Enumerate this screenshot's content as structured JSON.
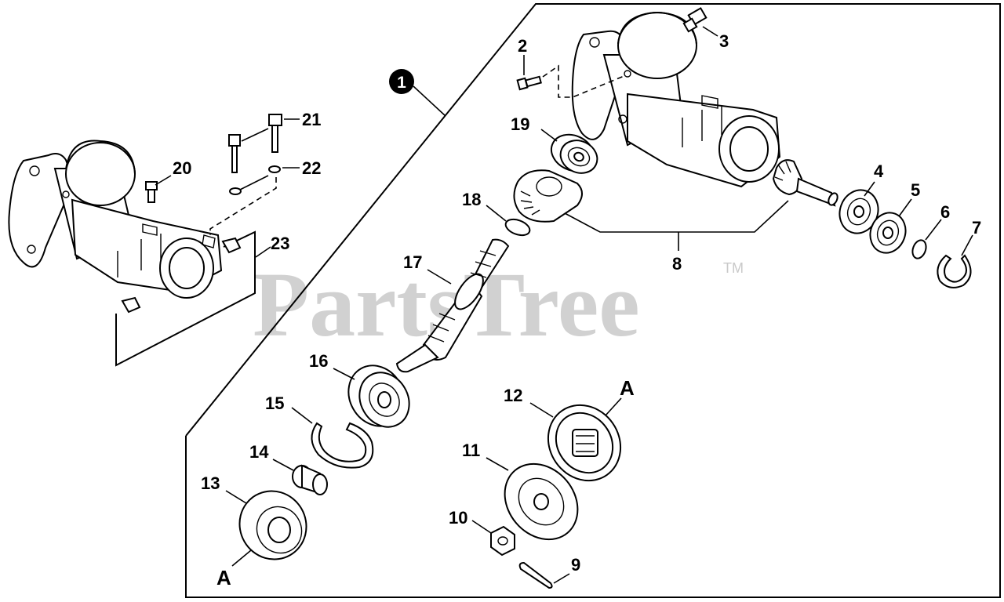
{
  "watermark": {
    "text": "PartsTree",
    "trademark": "TM"
  },
  "assembly_marker": "1",
  "callouts": {
    "p2": "2",
    "p3": "3",
    "p4": "4",
    "p5": "5",
    "p6": "6",
    "p7": "7",
    "p8": "8",
    "p9": "9",
    "p10": "10",
    "p11": "11",
    "p12": "12",
    "p13": "13",
    "p14": "14",
    "p15": "15",
    "p16": "16",
    "p17": "17",
    "p18": "18",
    "p19": "19",
    "p20": "20",
    "p21": "21",
    "p22": "22",
    "p23": "23",
    "a_top": "A",
    "a_bottom": "A"
  }
}
